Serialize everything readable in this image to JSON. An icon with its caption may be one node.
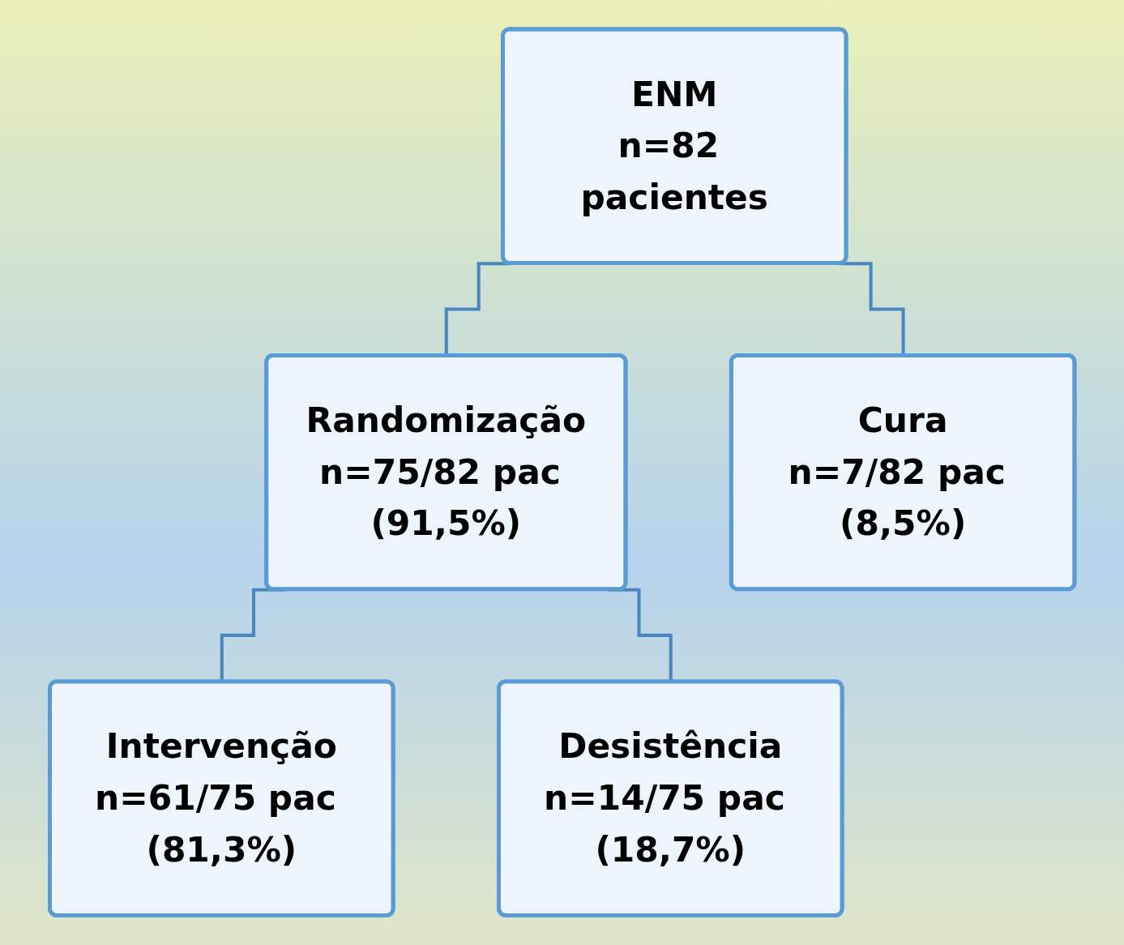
{
  "diagram": {
    "nodes": [
      {
        "text": [
          "ENM",
          "n=82 pacientes"
        ]
      },
      {
        "text": [
          "Randomização",
          "n=75/82 pac (91,5%)"
        ]
      },
      {
        "text": [
          "Cura",
          "n=7/82 pac (8,5%)"
        ]
      },
      {
        "text": [
          "Intervenção",
          "n=61/75 pac (81,3%)"
        ]
      },
      {
        "text": [
          "Desistência",
          "n=14/75 pac (18,7%)"
        ]
      }
    ],
    "edges": [
      {
        "from": 0,
        "to": 1,
        "arrow": "none"
      },
      {
        "from": 0,
        "to": 2,
        "arrow": "none"
      },
      {
        "from": 1,
        "to": 3,
        "arrow": "none"
      },
      {
        "from": 1,
        "to": 4,
        "arrow": "none"
      }
    ]
  }
}
